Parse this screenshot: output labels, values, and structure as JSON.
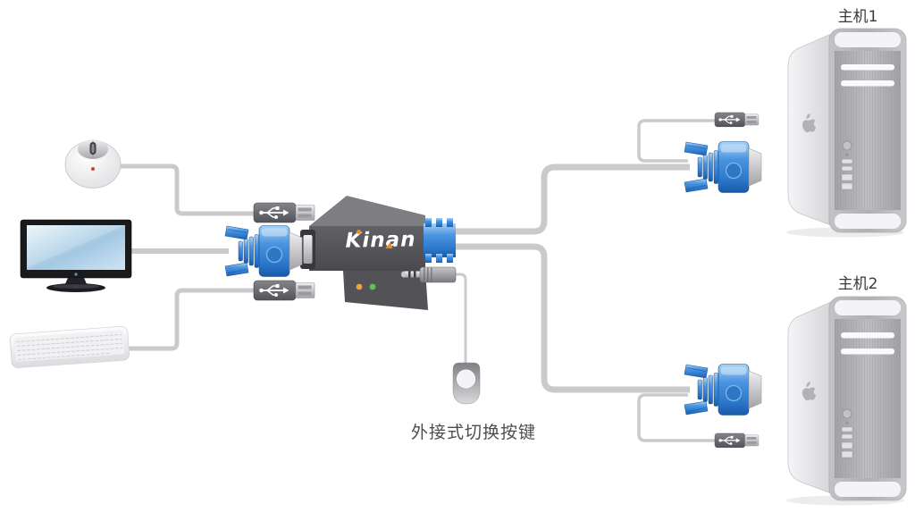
{
  "diagram": {
    "brand_logo": "Kinan",
    "labels": {
      "host1": "主机1",
      "host2": "主机2",
      "external_button": "外接式切换按键"
    }
  },
  "icons": {
    "mouse": "mouse-icon",
    "monitor": "monitor-icon",
    "keyboard": "keyboard-icon",
    "kvm_switch": "kvm-switch-icon",
    "usb_connector": "usb-connector-icon",
    "vga_connector": "vga-connector-icon",
    "audio_jack_plug": "audio-jack-icon",
    "external_switch_button": "external-switch-button-icon",
    "host_tower": "computer-tower-icon",
    "cable": "cable-line"
  },
  "colors": {
    "cable_gray": "#cacacd",
    "connector_blue": "#3f8ad8",
    "kvm_body_gray": "#57575b",
    "led_orange": "#f0a13c",
    "led_green": "#5cc654",
    "brand_accent_orange": "#f08c1e",
    "label_dark": "#3a3a3a",
    "caption_gray": "#4d4d4d"
  }
}
